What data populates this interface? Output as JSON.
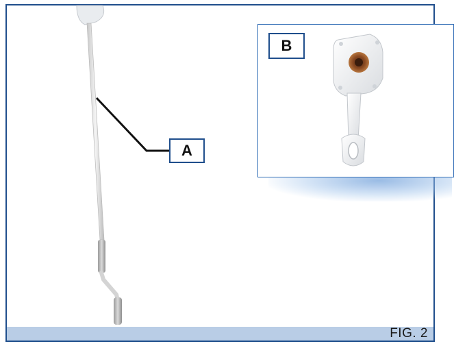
{
  "figure": {
    "caption": "FIG. 2",
    "accent_color": "#1f4e8c",
    "footer_color": "#b9cde6"
  },
  "callouts": {
    "a_label": "A",
    "b_label": "B"
  },
  "illustrations": {
    "main": "crank-rod-icon",
    "inset": "gear-bracket-icon"
  }
}
